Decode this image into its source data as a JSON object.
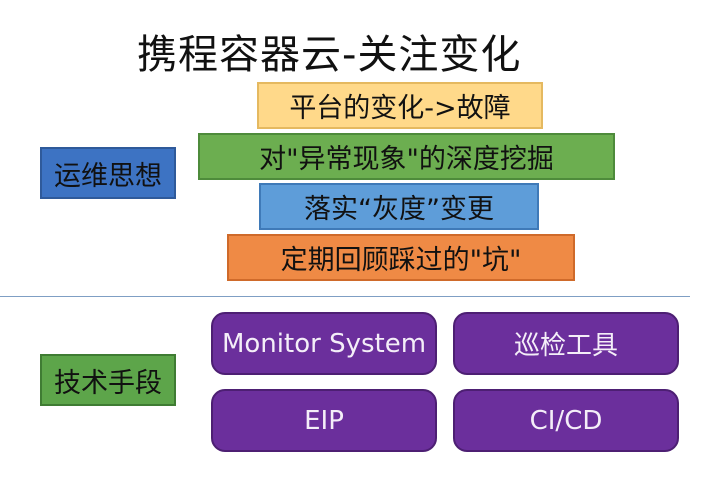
{
  "title": "携程容器云-关注变化",
  "ops_thinking": {
    "label": "运维思想",
    "items": [
      "平台的变化->故障",
      "对\"异常现象\"的深度挖掘",
      "落实“灰度”变更",
      "定期回顾踩过的\"坑\""
    ]
  },
  "tech_means": {
    "label": "技术手段",
    "items": [
      "Monitor System",
      "巡检工具",
      "EIP",
      "CI/CD"
    ]
  },
  "colors": {
    "band_yellow": "#ffd98a",
    "band_green": "#6cae50",
    "band_blue": "#5e9dd9",
    "band_orange": "#ef8a45",
    "tag_blue": "#3d73c3",
    "tag_green": "#5da54a",
    "pill_purple": "#6b2f9c"
  }
}
